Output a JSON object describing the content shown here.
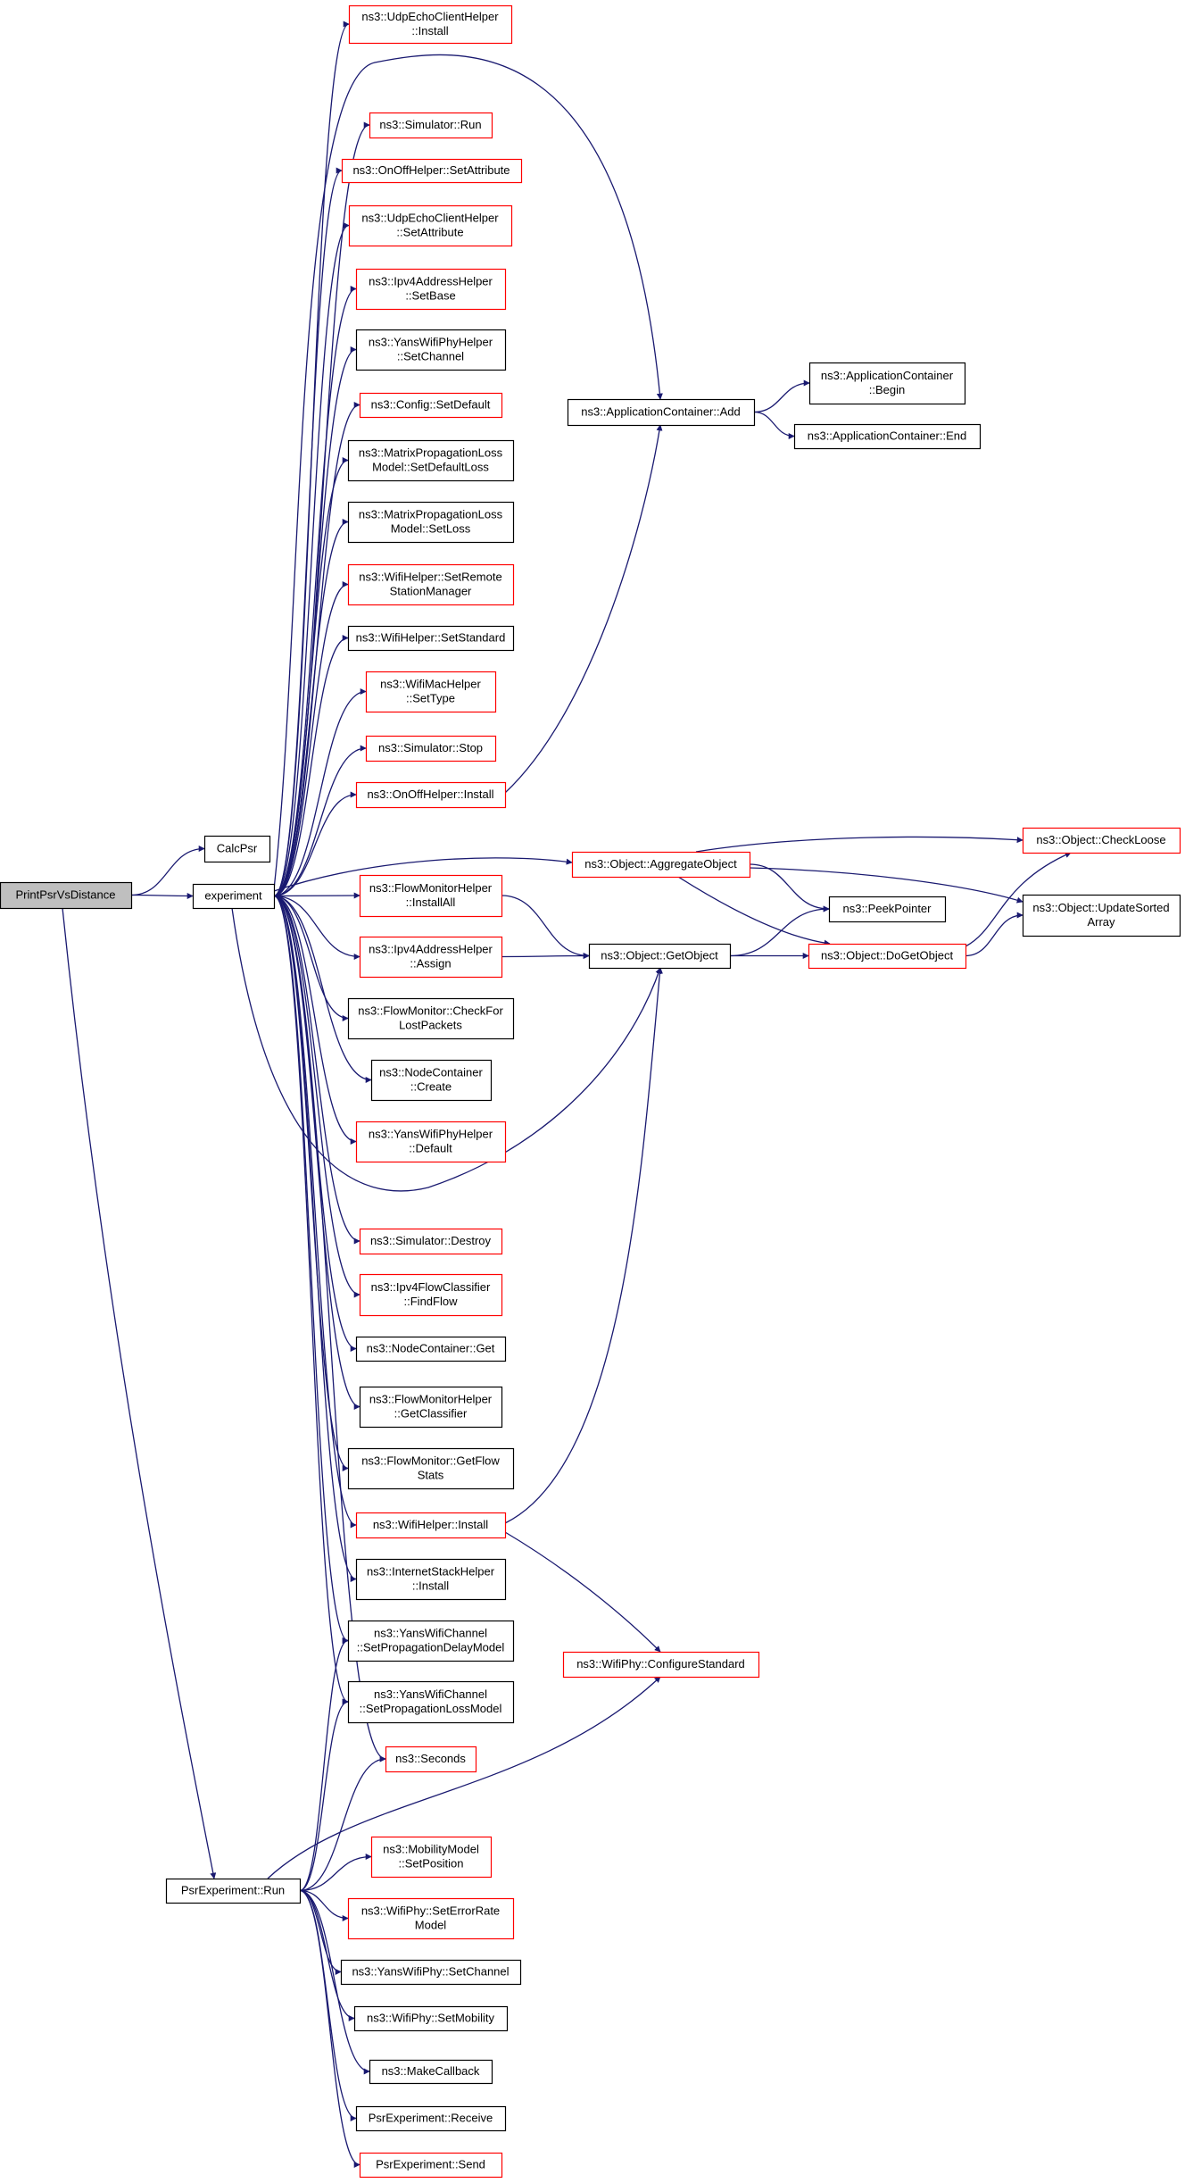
{
  "colors": {
    "edge": "#191970",
    "border_default": "#000000",
    "border_incomplete": "#ff0000",
    "root_fill": "#bfbfbf",
    "node_fill": "#ffffff"
  },
  "nodes": [
    {
      "id": "root",
      "lines": [
        "PrintPsrVsDistance"
      ],
      "style": "root"
    },
    {
      "id": "calcpsr",
      "lines": [
        "CalcPsr"
      ],
      "style": "normal"
    },
    {
      "id": "experiment",
      "lines": [
        "experiment"
      ],
      "style": "normal"
    },
    {
      "id": "psrrun",
      "lines": [
        "PsrExperiment::Run"
      ],
      "style": "normal"
    },
    {
      "id": "udpinstall",
      "lines": [
        "ns3::UdpEchoClientHelper",
        "::Install"
      ],
      "style": "red"
    },
    {
      "id": "simrun",
      "lines": [
        "ns3::Simulator::Run"
      ],
      "style": "red"
    },
    {
      "id": "onoffsetattr",
      "lines": [
        "ns3::OnOffHelper::SetAttribute"
      ],
      "style": "red"
    },
    {
      "id": "udpsetattr",
      "lines": [
        "ns3::UdpEchoClientHelper",
        "::SetAttribute"
      ],
      "style": "red"
    },
    {
      "id": "ipv4setbase",
      "lines": [
        "ns3::Ipv4AddressHelper",
        "::SetBase"
      ],
      "style": "red"
    },
    {
      "id": "yanssetchannel",
      "lines": [
        "ns3::YansWifiPhyHelper",
        "::SetChannel"
      ],
      "style": "normal"
    },
    {
      "id": "configsetdefault",
      "lines": [
        "ns3::Config::SetDefault"
      ],
      "style": "red"
    },
    {
      "id": "matrixdefaultloss",
      "lines": [
        "ns3::MatrixPropagationLoss",
        "Model::SetDefaultLoss"
      ],
      "style": "normal"
    },
    {
      "id": "matrixsetloss",
      "lines": [
        "ns3::MatrixPropagationLoss",
        "Model::SetLoss"
      ],
      "style": "normal"
    },
    {
      "id": "wifisetremote",
      "lines": [
        "ns3::WifiHelper::SetRemote",
        "StationManager"
      ],
      "style": "red"
    },
    {
      "id": "wifisetstandard",
      "lines": [
        "ns3::WifiHelper::SetStandard"
      ],
      "style": "normal"
    },
    {
      "id": "wifimacsettype",
      "lines": [
        "ns3::WifiMacHelper",
        "::SetType"
      ],
      "style": "red"
    },
    {
      "id": "simstop",
      "lines": [
        "ns3::Simulator::Stop"
      ],
      "style": "red"
    },
    {
      "id": "onoffinstall",
      "lines": [
        "ns3::OnOffHelper::Install"
      ],
      "style": "red"
    },
    {
      "id": "appadd",
      "lines": [
        "ns3::ApplicationContainer::Add"
      ],
      "style": "normal"
    },
    {
      "id": "appbegin",
      "lines": [
        "ns3::ApplicationContainer",
        "::Begin"
      ],
      "style": "normal"
    },
    {
      "id": "append",
      "lines": [
        "ns3::ApplicationContainer::End"
      ],
      "style": "normal"
    },
    {
      "id": "aggregate",
      "lines": [
        "ns3::Object::AggregateObject"
      ],
      "style": "red"
    },
    {
      "id": "checkloose",
      "lines": [
        "ns3::Object::CheckLoose"
      ],
      "style": "red"
    },
    {
      "id": "updatesorted",
      "lines": [
        "ns3::Object::UpdateSorted",
        "Array"
      ],
      "style": "normal"
    },
    {
      "id": "peekpointer",
      "lines": [
        "ns3::PeekPointer"
      ],
      "style": "normal"
    },
    {
      "id": "dogetobject",
      "lines": [
        "ns3::Object::DoGetObject"
      ],
      "style": "red"
    },
    {
      "id": "getobject",
      "lines": [
        "ns3::Object::GetObject"
      ],
      "style": "normal"
    },
    {
      "id": "fmhinstallall",
      "lines": [
        "ns3::FlowMonitorHelper",
        "::InstallAll"
      ],
      "style": "red"
    },
    {
      "id": "ipv4assign",
      "lines": [
        "ns3::Ipv4AddressHelper",
        "::Assign"
      ],
      "style": "red"
    },
    {
      "id": "fmcheck",
      "lines": [
        "ns3::FlowMonitor::CheckFor",
        "LostPackets"
      ],
      "style": "normal"
    },
    {
      "id": "nccreate",
      "lines": [
        "ns3::NodeContainer",
        "::Create"
      ],
      "style": "normal"
    },
    {
      "id": "yansdefault",
      "lines": [
        "ns3::YansWifiPhyHelper",
        "::Default"
      ],
      "style": "red"
    },
    {
      "id": "simdestroy",
      "lines": [
        "ns3::Simulator::Destroy"
      ],
      "style": "red"
    },
    {
      "id": "ipv4findflow",
      "lines": [
        "ns3::Ipv4FlowClassifier",
        "::FindFlow"
      ],
      "style": "red"
    },
    {
      "id": "ncget",
      "lines": [
        "ns3::NodeContainer::Get"
      ],
      "style": "normal"
    },
    {
      "id": "fmhgetclassifier",
      "lines": [
        "ns3::FlowMonitorHelper",
        "::GetClassifier"
      ],
      "style": "normal"
    },
    {
      "id": "fmgetflowstats",
      "lines": [
        "ns3::FlowMonitor::GetFlow",
        "Stats"
      ],
      "style": "normal"
    },
    {
      "id": "wifiinstall",
      "lines": [
        "ns3::WifiHelper::Install"
      ],
      "style": "red"
    },
    {
      "id": "internetinstall",
      "lines": [
        "ns3::InternetStackHelper",
        "::Install"
      ],
      "style": "normal"
    },
    {
      "id": "yanschandelay",
      "lines": [
        "ns3::YansWifiChannel",
        "::SetPropagationDelayModel"
      ],
      "style": "normal"
    },
    {
      "id": "yanschanloss",
      "lines": [
        "ns3::YansWifiChannel",
        "::SetPropagationLossModel"
      ],
      "style": "normal"
    },
    {
      "id": "configstandard",
      "lines": [
        "ns3::WifiPhy::ConfigureStandard"
      ],
      "style": "red"
    },
    {
      "id": "seconds",
      "lines": [
        "ns3::Seconds"
      ],
      "style": "red"
    },
    {
      "id": "mobsetpos",
      "lines": [
        "ns3::MobilityModel",
        "::SetPosition"
      ],
      "style": "red"
    },
    {
      "id": "wifiphyerr",
      "lines": [
        "ns3::WifiPhy::SetErrorRate",
        "Model"
      ],
      "style": "red"
    },
    {
      "id": "yansphysetchannel",
      "lines": [
        "ns3::YansWifiPhy::SetChannel"
      ],
      "style": "normal"
    },
    {
      "id": "wifiphysetmob",
      "lines": [
        "ns3::WifiPhy::SetMobility"
      ],
      "style": "normal"
    },
    {
      "id": "makecallback",
      "lines": [
        "ns3::MakeCallback"
      ],
      "style": "normal"
    },
    {
      "id": "psrreceive",
      "lines": [
        "PsrExperiment::Receive"
      ],
      "style": "normal"
    },
    {
      "id": "psrsend",
      "lines": [
        "PsrExperiment::Send"
      ],
      "style": "red"
    }
  ],
  "edges": [
    [
      "root",
      "calcpsr"
    ],
    [
      "root",
      "experiment"
    ],
    [
      "root",
      "psrrun"
    ],
    [
      "experiment",
      "udpinstall"
    ],
    [
      "experiment",
      "appadd"
    ],
    [
      "experiment",
      "simrun"
    ],
    [
      "experiment",
      "onoffsetattr"
    ],
    [
      "experiment",
      "udpsetattr"
    ],
    [
      "experiment",
      "ipv4setbase"
    ],
    [
      "experiment",
      "yanssetchannel"
    ],
    [
      "experiment",
      "configsetdefault"
    ],
    [
      "experiment",
      "matrixdefaultloss"
    ],
    [
      "experiment",
      "matrixsetloss"
    ],
    [
      "experiment",
      "wifisetremote"
    ],
    [
      "experiment",
      "wifisetstandard"
    ],
    [
      "experiment",
      "wifimacsettype"
    ],
    [
      "experiment",
      "simstop"
    ],
    [
      "experiment",
      "onoffinstall"
    ],
    [
      "experiment",
      "aggregate"
    ],
    [
      "experiment",
      "fmhinstallall"
    ],
    [
      "experiment",
      "ipv4assign"
    ],
    [
      "experiment",
      "fmcheck"
    ],
    [
      "experiment",
      "nccreate"
    ],
    [
      "experiment",
      "yansdefault"
    ],
    [
      "experiment",
      "getobject"
    ],
    [
      "experiment",
      "simdestroy"
    ],
    [
      "experiment",
      "ipv4findflow"
    ],
    [
      "experiment",
      "ncget"
    ],
    [
      "experiment",
      "fmhgetclassifier"
    ],
    [
      "experiment",
      "fmgetflowstats"
    ],
    [
      "experiment",
      "wifiinstall"
    ],
    [
      "experiment",
      "internetinstall"
    ],
    [
      "experiment",
      "yanschandelay"
    ],
    [
      "experiment",
      "yanschanloss"
    ],
    [
      "experiment",
      "seconds"
    ],
    [
      "onoffinstall",
      "appadd"
    ],
    [
      "appadd",
      "appbegin"
    ],
    [
      "appadd",
      "append"
    ],
    [
      "aggregate",
      "checkloose"
    ],
    [
      "aggregate",
      "updatesorted"
    ],
    [
      "aggregate",
      "peekpointer"
    ],
    [
      "aggregate",
      "dogetobject"
    ],
    [
      "fmhinstallall",
      "getobject"
    ],
    [
      "ipv4assign",
      "getobject"
    ],
    [
      "getobject",
      "peekpointer"
    ],
    [
      "getobject",
      "dogetobject"
    ],
    [
      "dogetobject",
      "checkloose"
    ],
    [
      "dogetobject",
      "updatesorted"
    ],
    [
      "wifiinstall",
      "getobject"
    ],
    [
      "wifiinstall",
      "configstandard"
    ],
    [
      "psrrun",
      "yanschandelay"
    ],
    [
      "psrrun",
      "yanschanloss"
    ],
    [
      "psrrun",
      "seconds"
    ],
    [
      "psrrun",
      "configstandard"
    ],
    [
      "psrrun",
      "mobsetpos"
    ],
    [
      "psrrun",
      "wifiphyerr"
    ],
    [
      "psrrun",
      "yansphysetchannel"
    ],
    [
      "psrrun",
      "wifiphysetmob"
    ],
    [
      "psrrun",
      "makecallback"
    ],
    [
      "psrrun",
      "psrreceive"
    ],
    [
      "psrrun",
      "psrsend"
    ]
  ]
}
